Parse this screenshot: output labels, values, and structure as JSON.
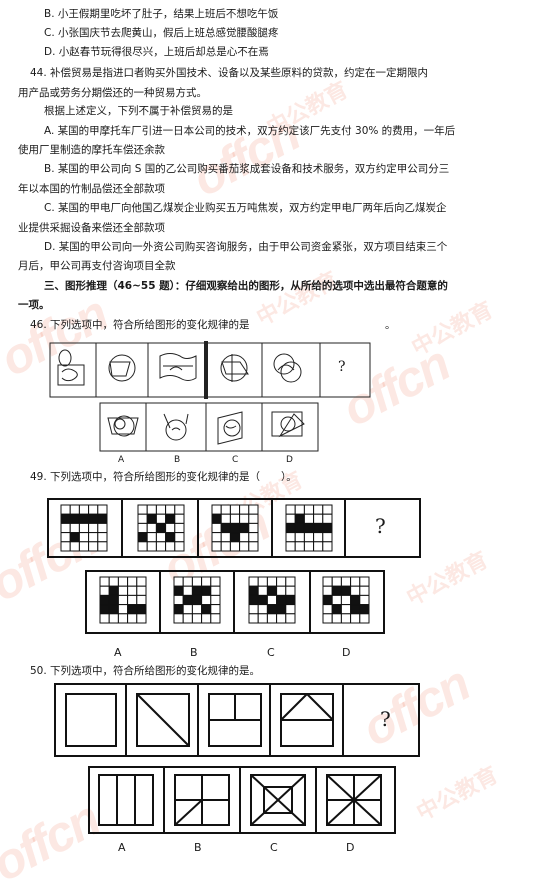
{
  "text": {
    "l1": "B. 小王假期里吃坏了肚子，结果上班后不想吃午饭",
    "l2": "C. 小张国庆节去爬黄山，假后上班总感觉腰酸腿疼",
    "l3": "D. 小赵春节玩得很尽兴，上班后却总是心不在焉",
    "q44a": "44. 补偿贸易是指进口者购买外国技术、设备以及某些原料的贷款，约定在一定期限内",
    "q44b": "用产品或劳务分期偿还的一种贸易方式。",
    "q44c": "根据上述定义，下列不属于补偿贸易的是",
    "q44A1": "A. 某国的甲摩托车厂引进一日本公司的技术，双方约定该厂先支付 30% 的费用，一年后",
    "q44A2": "使用厂里制造的摩托车偿还余款",
    "q44B1": "B. 某国的甲公司向 S 国的乙公司购买番茄浆成套设备和技术服务，双方约定甲公司分三",
    "q44B2": "年以本国的竹制品偿还全部款项",
    "q44C1": "C. 某国的甲电厂向他国乙煤炭企业购买五万吨焦炭，双方约定甲电厂两年后向乙煤炭企",
    "q44C2": "业提供采掘设备来偿还全部款项",
    "q44D1": "D. 某国的甲公司向一外资公司购买咨询服务，由于甲公司资金紧张，双方项目结束三个",
    "q44D2": "月后，甲公司再支付咨询项目全款",
    "sec3a": "三、图形推理（46~55 题）：仔细观察给出的图形，从所给的选项中选出最符合题意的",
    "sec3b": "一项。",
    "q46": "46. 下列选项中，符合所给图形的变化规律的是",
    "q46dot": "。",
    "q49": "49. 下列选项中，符合所给图形的变化规律的是（　　）。",
    "q50": "50. 下列选项中，符合所给图形的变化规律的是。"
  },
  "question_mark": "?",
  "option_labels": [
    "A",
    "B",
    "C",
    "D"
  ],
  "watermark": {
    "cn": "中公教育",
    "en": "offcn"
  },
  "colors": {
    "text": "#1a1a1a",
    "watermark": "#e85028"
  }
}
